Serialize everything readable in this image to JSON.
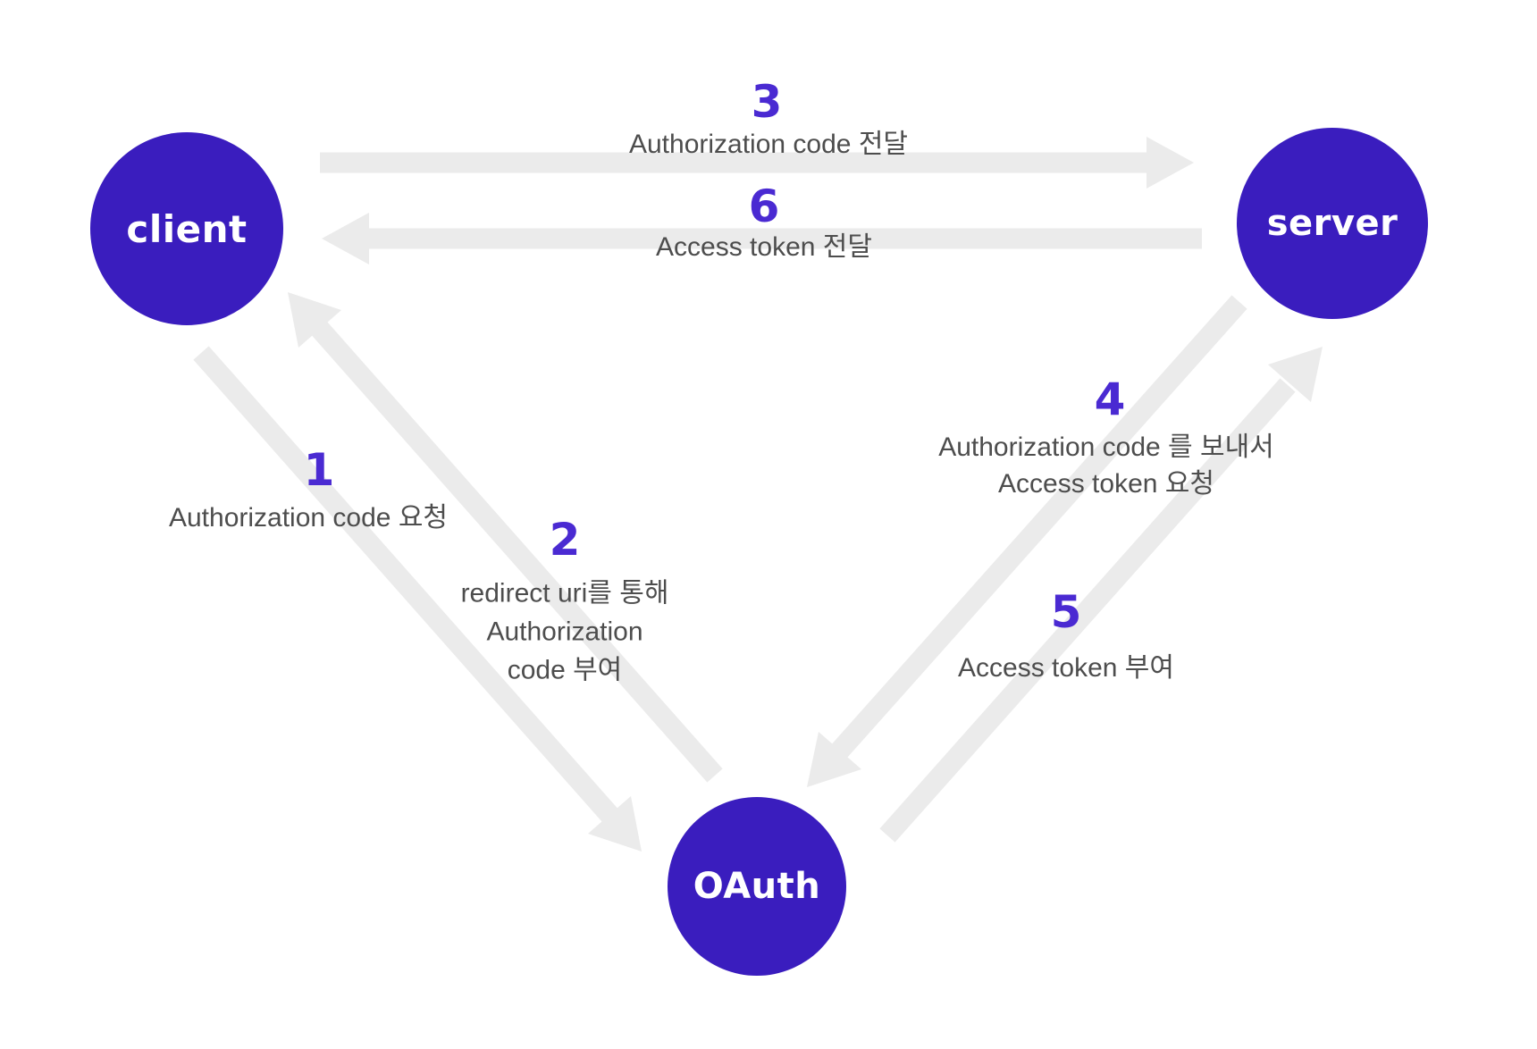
{
  "diagram": {
    "kind": "oauth-authorization-code-flow",
    "colors": {
      "node_fill": "#3a1dbe",
      "node_text": "#ffffff",
      "step_number": "#4a2ad2",
      "step_label": "#4d4d4d",
      "arrow": "#ebebeb",
      "background": "#ffffff"
    },
    "nodes": {
      "client": {
        "label": "client"
      },
      "server": {
        "label": "server"
      },
      "oauth": {
        "label": "OAuth"
      }
    },
    "steps": [
      {
        "number": "1",
        "from": "client",
        "to": "oauth",
        "lines": [
          "Authorization code 요청"
        ]
      },
      {
        "number": "2",
        "from": "oauth",
        "to": "client",
        "lines": [
          "redirect uri를 통해",
          "Authorization",
          "code 부여"
        ]
      },
      {
        "number": "3",
        "from": "client",
        "to": "server",
        "lines": [
          "Authorization code 전달"
        ]
      },
      {
        "number": "4",
        "from": "server",
        "to": "oauth",
        "lines": [
          "Authorization code 를 보내서",
          "Access token 요청"
        ]
      },
      {
        "number": "5",
        "from": "oauth",
        "to": "server",
        "lines": [
          "Access token 부여"
        ]
      },
      {
        "number": "6",
        "from": "server",
        "to": "client",
        "lines": [
          "Access token 전달"
        ]
      }
    ]
  }
}
